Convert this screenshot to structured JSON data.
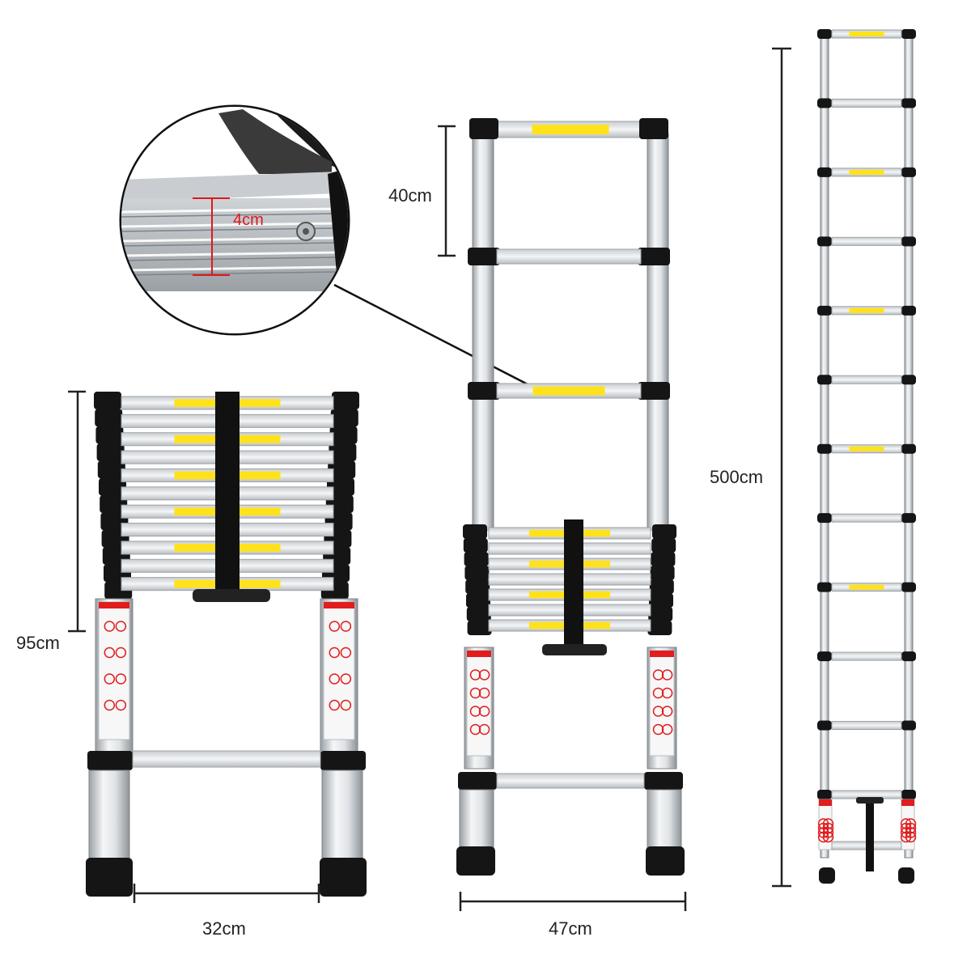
{
  "dimensions": {
    "detail_rung_depth": "4cm",
    "rung_spacing": "40cm",
    "folded_height": "95cm",
    "folded_width": "32cm",
    "base_width": "47cm",
    "extended_height": "500cm"
  },
  "colors": {
    "tube": "#d9dde0",
    "rung": "#eef0f2",
    "cap": "#151515",
    "warning_label": "#ffe21a",
    "safety_label": "#e11d1d",
    "dimension_line": "#222222",
    "detail_mark": "#e0171d"
  },
  "counts": {
    "extended_rungs": 12,
    "folded_ladder_rungs": 11,
    "partially_extended_stack_rungs": 7
  }
}
